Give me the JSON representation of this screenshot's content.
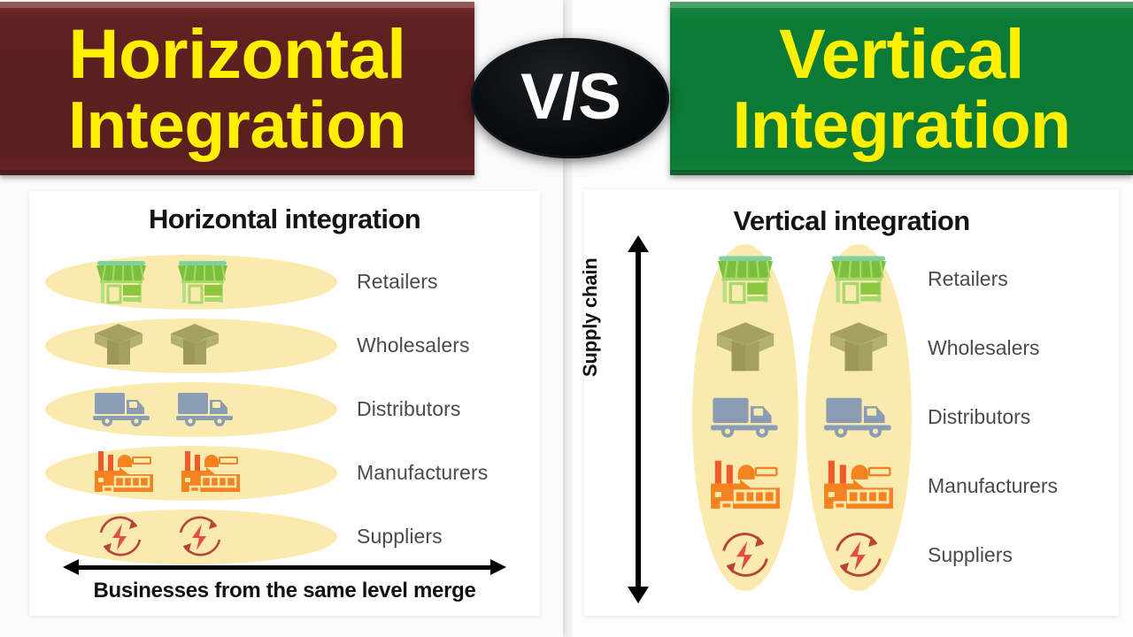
{
  "banners": {
    "left": {
      "line1": "Horizontal",
      "line2": "Integration",
      "color": "#5e2020",
      "text_color": "#ffef00"
    },
    "right": {
      "line1": "Vertical",
      "line2": "Integration",
      "color": "#0a7a36",
      "text_color": "#ffef00"
    },
    "versus_badge": {
      "label": "V/S",
      "bg": "#000000",
      "text_color": "#ffffff"
    }
  },
  "left_diagram": {
    "title": "Horizontal integration",
    "rows": [
      {
        "label": "Retailers",
        "icon": "storefront-icon",
        "count": 2,
        "color": "#8dc63f"
      },
      {
        "label": "Wholesalers",
        "icon": "box-icon",
        "count": 2,
        "color": "#a3a060"
      },
      {
        "label": "Distributors",
        "icon": "truck-icon",
        "count": 2,
        "color": "#8b9cb5"
      },
      {
        "label": "Manufacturers",
        "icon": "factory-icon",
        "count": 2,
        "color": "#f58220"
      },
      {
        "label": "Suppliers",
        "icon": "energy-cycle-icon",
        "count": 2,
        "color": "#b8433a"
      }
    ],
    "caption": "Businesses from the same level merge",
    "arrow": "double-horizontal-arrow",
    "highlight_color": "#faeaae"
  },
  "right_diagram": {
    "title": "Vertical integration",
    "axis_label": "Supply chain",
    "arrow": "double-vertical-arrow",
    "columns": 2,
    "rows": [
      {
        "label": "Retailers",
        "icon": "storefront-icon",
        "color": "#8dc63f"
      },
      {
        "label": "Wholesalers",
        "icon": "box-icon",
        "color": "#a3a060"
      },
      {
        "label": "Distributors",
        "icon": "truck-icon",
        "color": "#8b9cb5"
      },
      {
        "label": "Manufacturers",
        "icon": "factory-icon",
        "color": "#f58220"
      },
      {
        "label": "Suppliers",
        "icon": "energy-cycle-icon",
        "color": "#b8433a"
      }
    ],
    "highlight_color": "#faeaae"
  }
}
